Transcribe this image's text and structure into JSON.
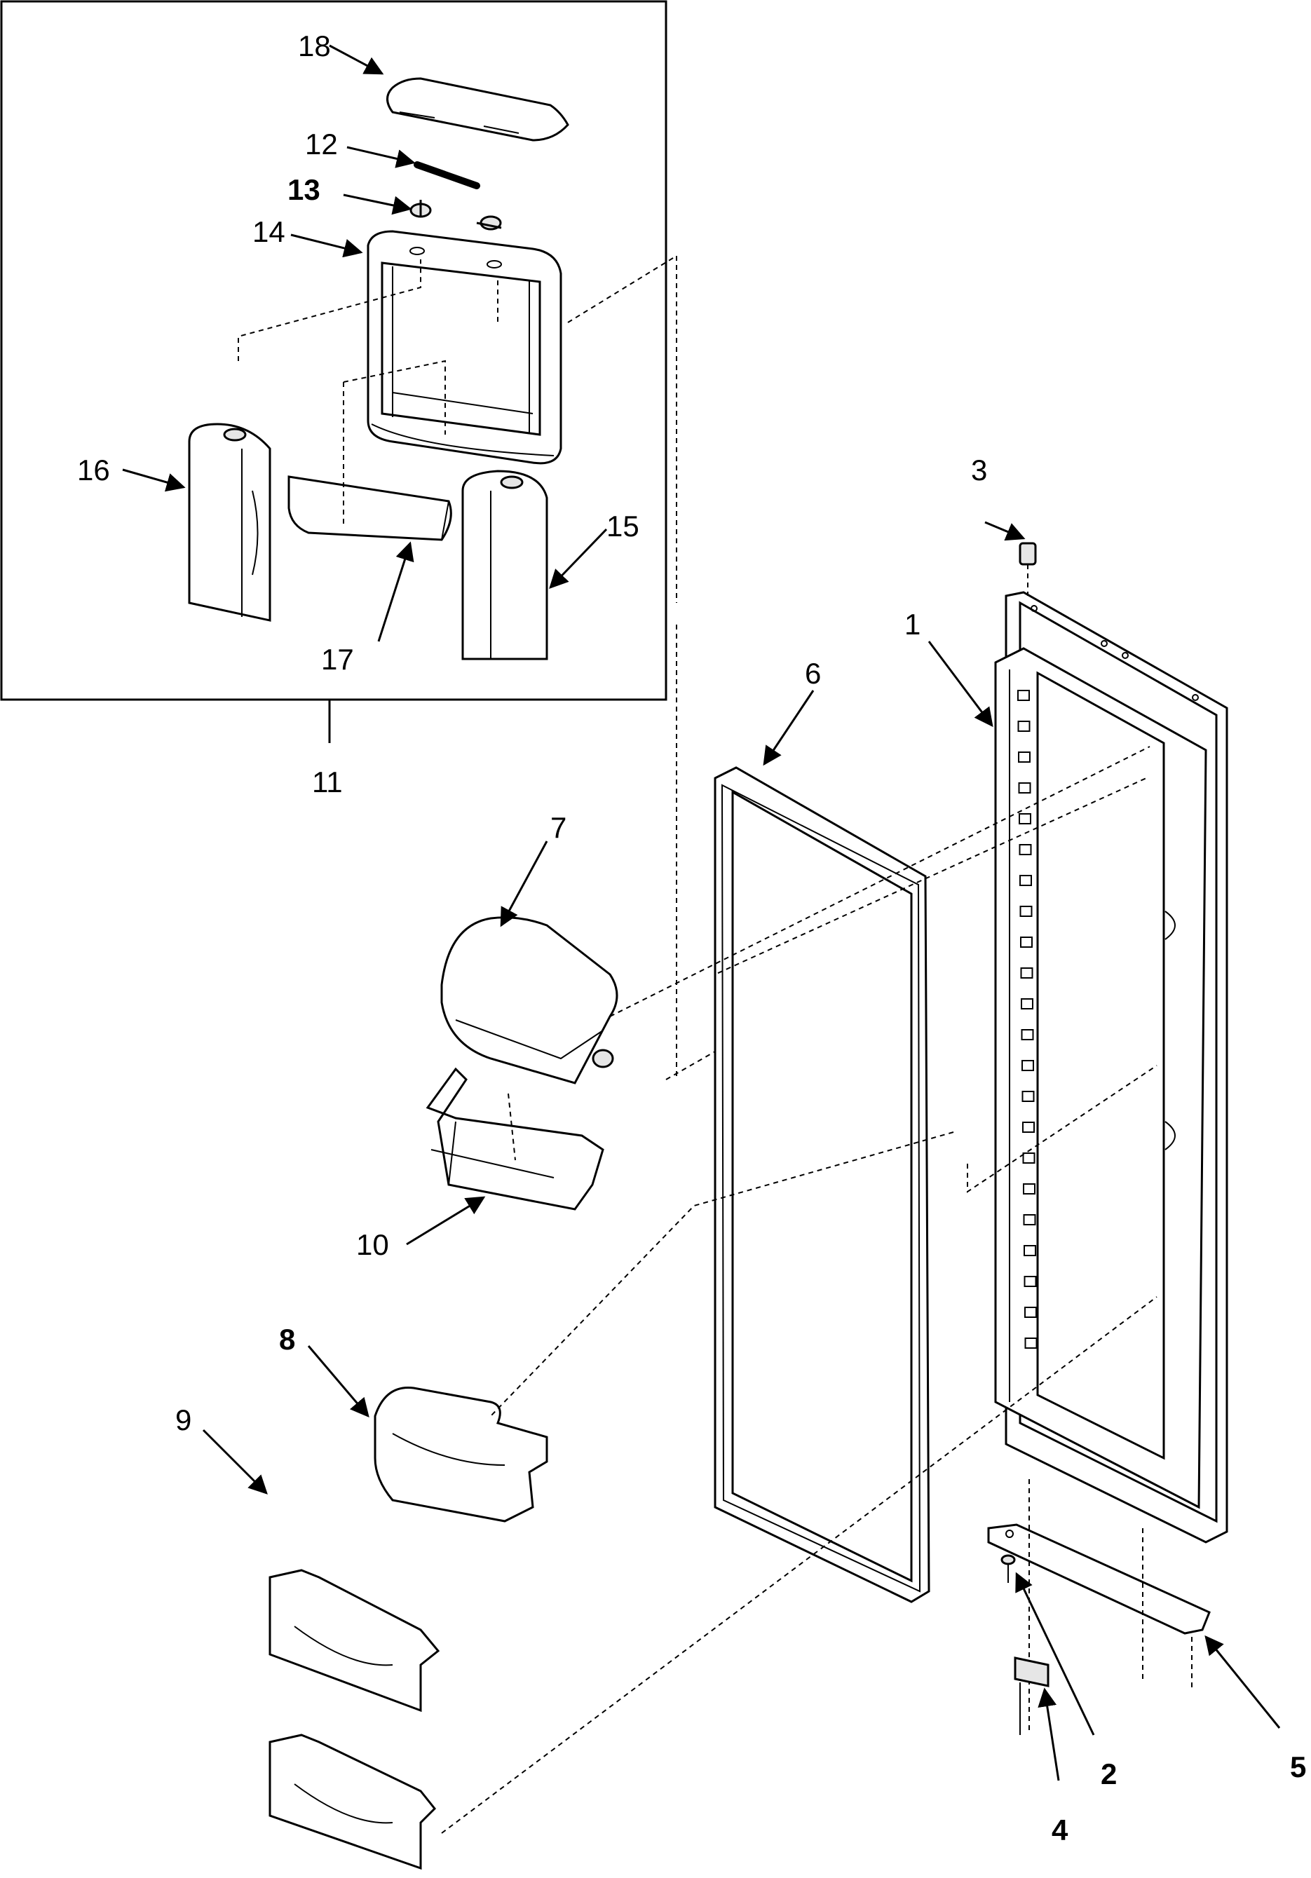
{
  "callouts": {
    "c1": "1",
    "c2": "2",
    "c3": "3",
    "c4": "4",
    "c5": "5",
    "c6": "6",
    "c7": "7",
    "c8": "8",
    "c9": "9",
    "c10": "10",
    "c11": "11",
    "c12": "12",
    "c13": "13",
    "c14": "14",
    "c15": "15",
    "c16": "16",
    "c17": "17",
    "c18": "18"
  },
  "bold_callouts": [
    "2",
    "4",
    "5",
    "8",
    "13"
  ]
}
